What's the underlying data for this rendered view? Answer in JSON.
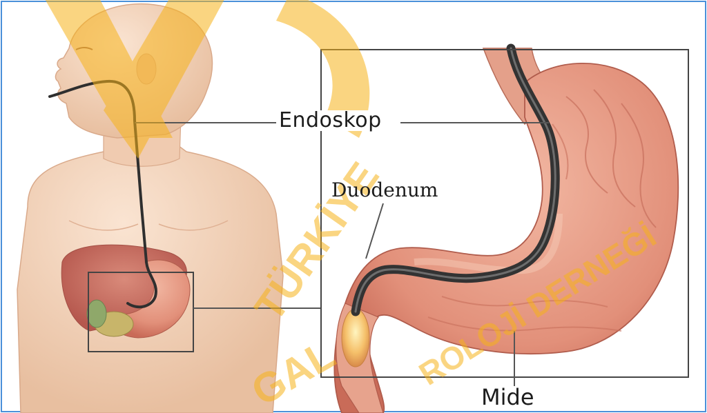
{
  "diagram": {
    "labels": {
      "endoskop": "Endoskop",
      "duodenum": "Duodenum",
      "mide": "Mide"
    },
    "watermark": "TÜRKİYE GASTROENTEROLOJİ DERNEĞİ",
    "colors": {
      "frame": "#4a90d9",
      "line": "#444444",
      "skin": "#f3d3b8",
      "stomach": "#e59b84",
      "scope": "#3b3b3b",
      "watermark": "#f6b21a"
    }
  }
}
